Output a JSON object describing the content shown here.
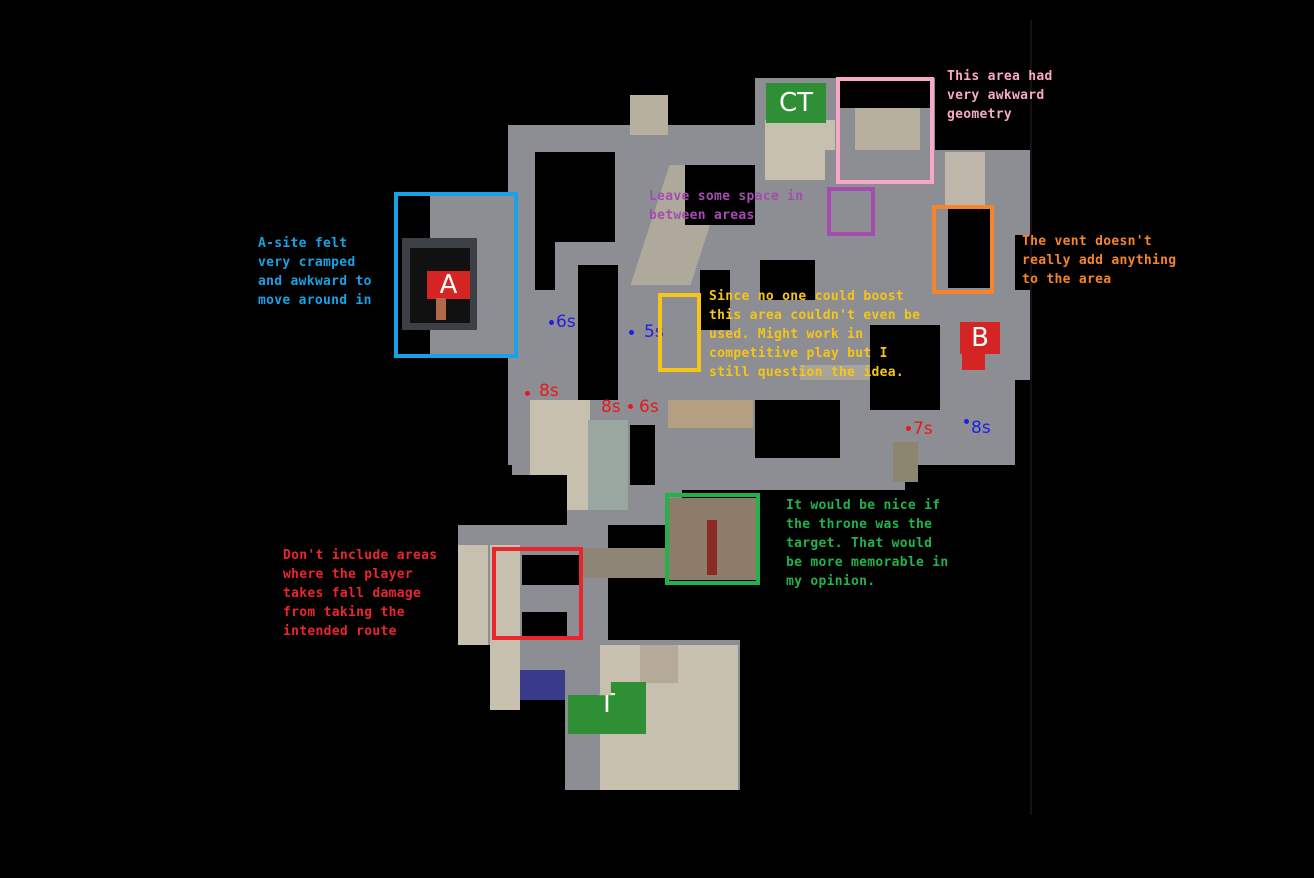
{
  "map": {
    "spawns": {
      "ct": {
        "label": "CT",
        "color": "#2f8f34"
      },
      "t": {
        "label": "T",
        "color": "#2f8f34"
      }
    },
    "bombsites": {
      "a": {
        "label": "A",
        "color": "#d42424"
      },
      "b": {
        "label": "B",
        "color": "#d42424"
      }
    },
    "timers": [
      {
        "team": "ct",
        "label": "6s",
        "color": "#1f1fe0"
      },
      {
        "team": "ct",
        "label": "5s",
        "color": "#1f1fe0"
      },
      {
        "team": "t",
        "label": "8s",
        "color": "#e81818"
      },
      {
        "team": "t",
        "label": "8s",
        "color": "#e81818"
      },
      {
        "team": "t",
        "label": "6s",
        "color": "#e81818"
      },
      {
        "team": "t",
        "label": "7s",
        "color": "#e81818"
      },
      {
        "team": "ct",
        "label": "8s",
        "color": "#1f1fe0"
      }
    ]
  },
  "annotations": [
    {
      "id": "awkward-geometry",
      "color": "#f7a8c8",
      "text": "This area had\nvery awkward\ngeometry"
    },
    {
      "id": "leave-space",
      "color": "#a44cb0",
      "text": "Leave some space in\nbetween areas"
    },
    {
      "id": "a-site-cramped",
      "color": "#1aa0e6",
      "text": "A-site felt\nvery cramped\nand awkward to\nmove around in"
    },
    {
      "id": "vent",
      "color": "#f5842a",
      "text": "The vent doesn't\nreally add anything\nto the area"
    },
    {
      "id": "boost",
      "color": "#f5c518",
      "text": "Since no one could boost\nthis area couldn't even be\nused. Might work in\ncompetitive play but I\nstill question the idea."
    },
    {
      "id": "throne",
      "color": "#22b24c",
      "text": "It would be nice if\nthe throne was the\ntarget. That would\nbe more memorable in\nmy opinion."
    },
    {
      "id": "fall-damage",
      "color": "#e8262c",
      "text": "Don't include areas\nwhere the player\ntakes fall damage\nfrom taking the\nintended route"
    }
  ]
}
